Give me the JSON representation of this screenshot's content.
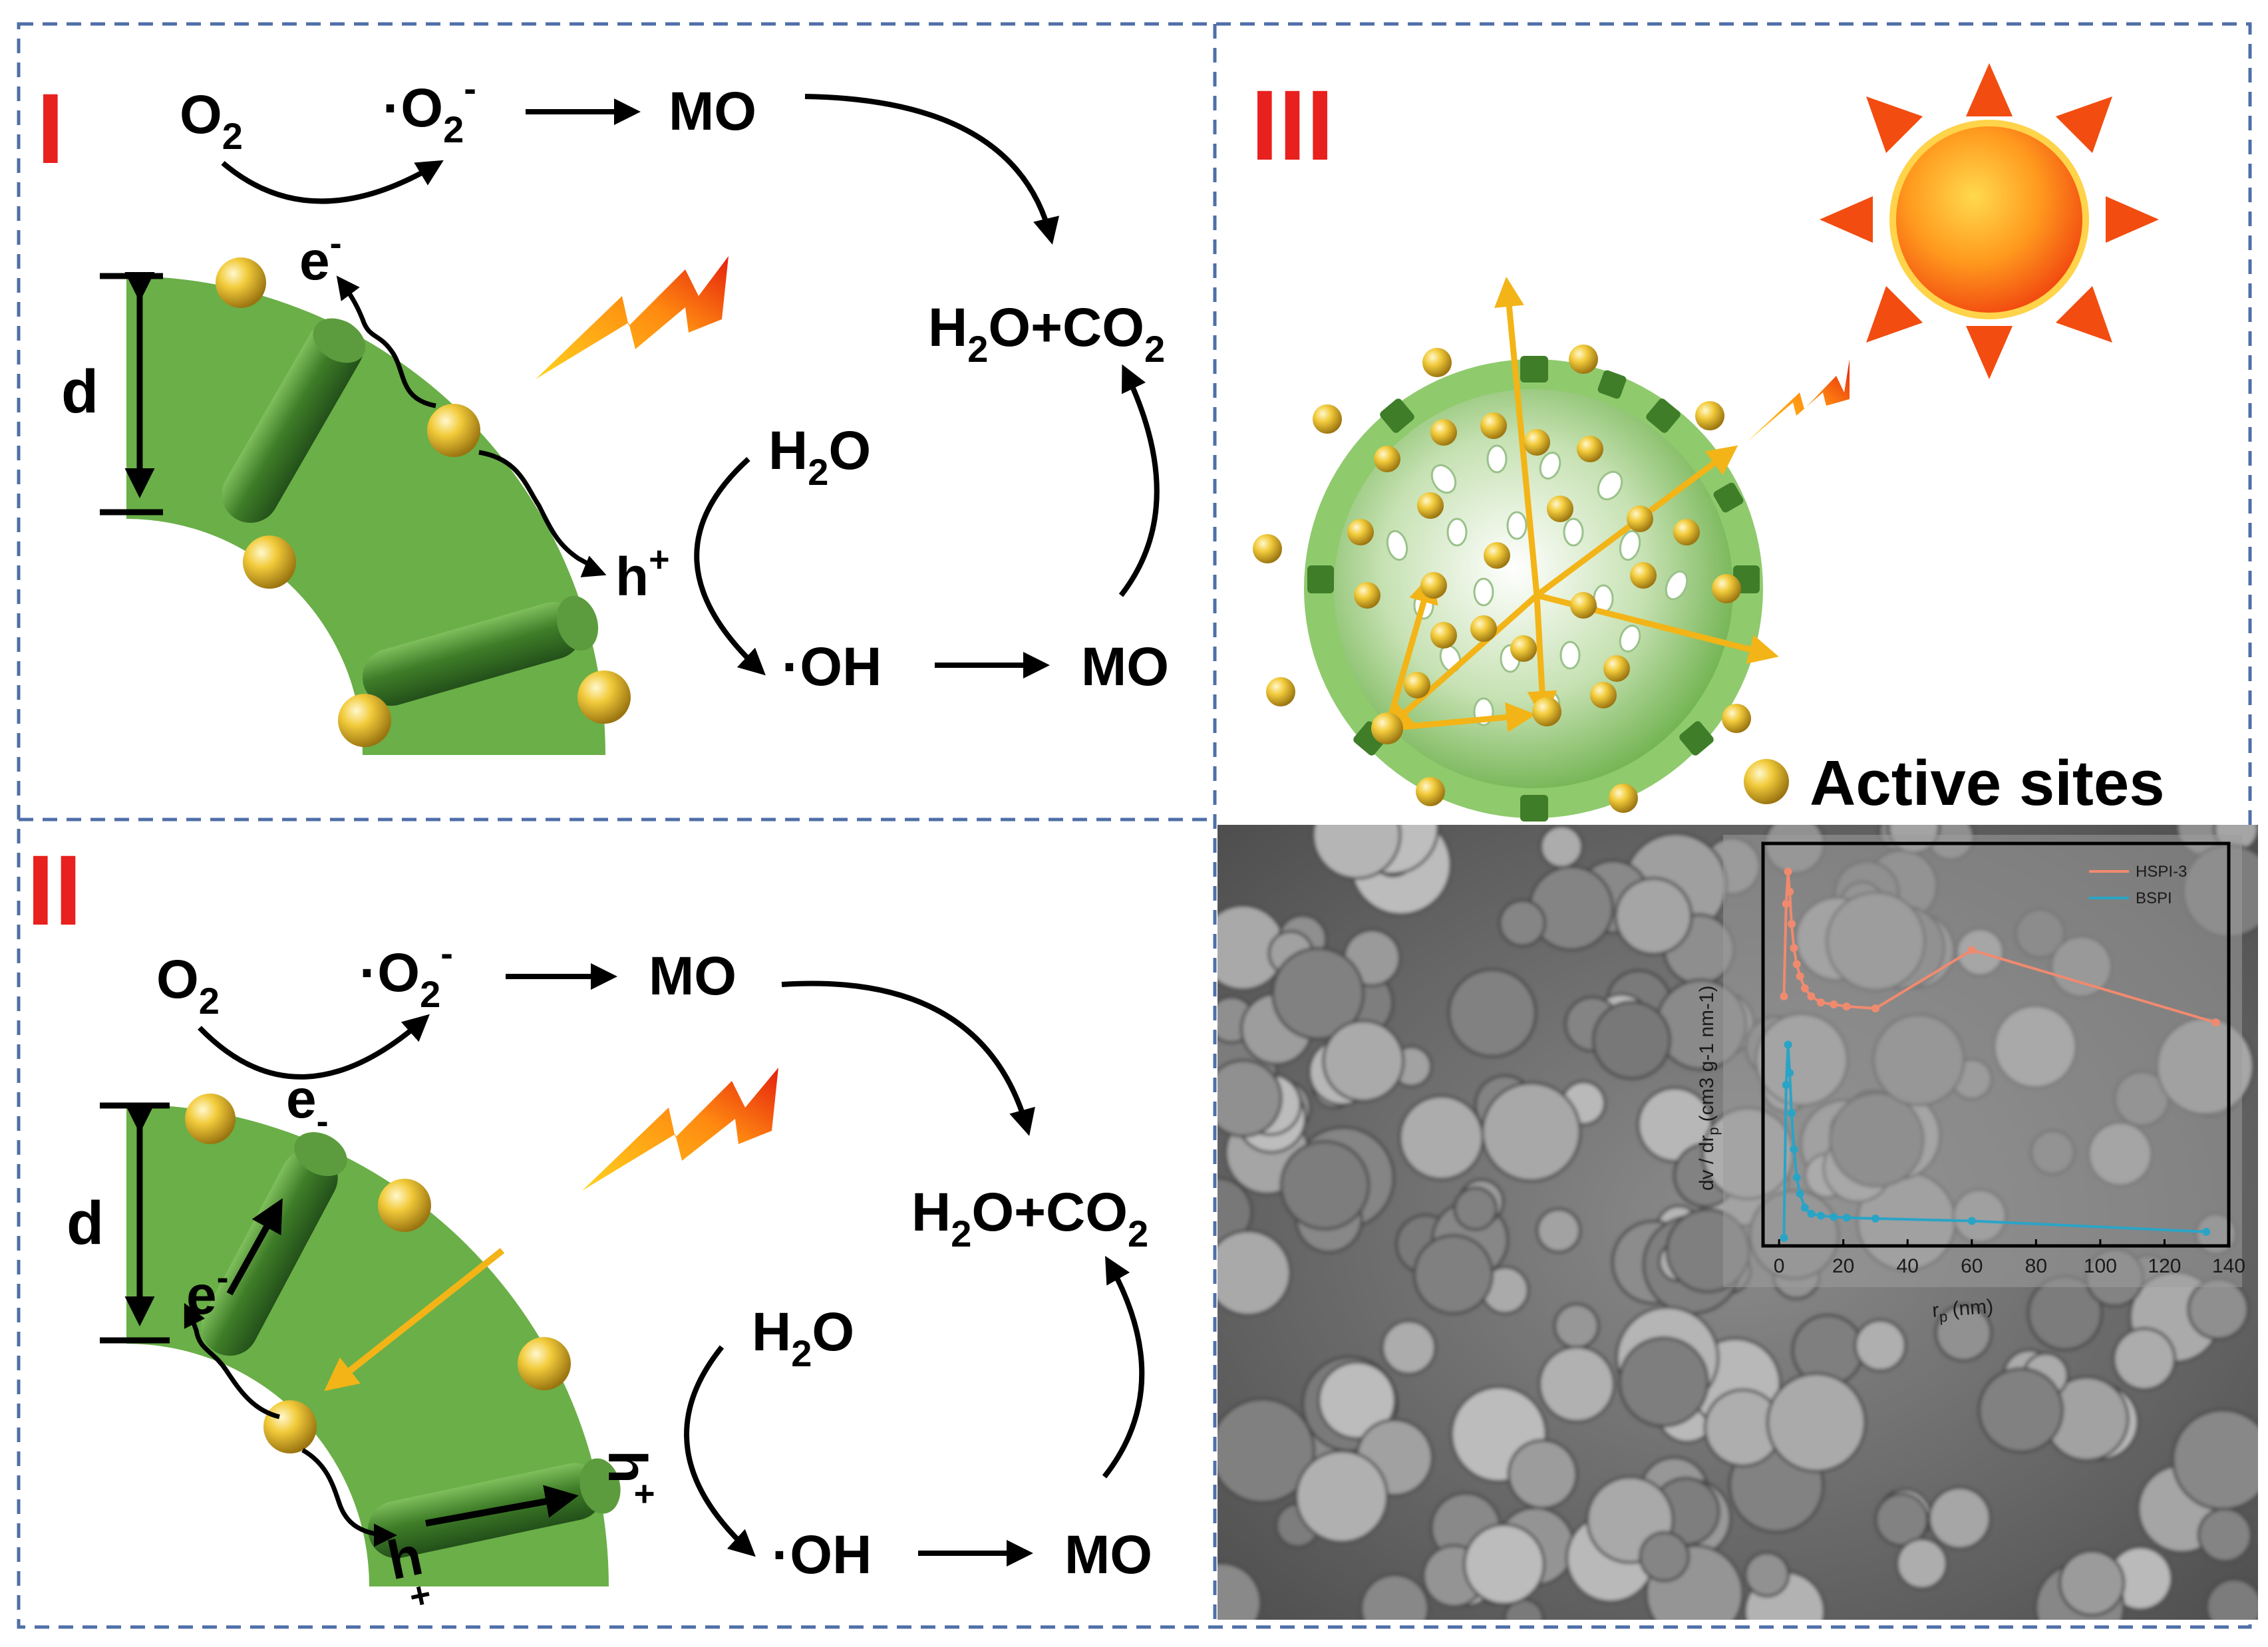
{
  "panel_labels": {
    "p1": "I",
    "p2": "II",
    "p3": "III"
  },
  "panel1": {
    "o2": "O",
    "o2_sub": "2",
    "superoxide": "·O",
    "superoxide_sub": "2",
    "superoxide_sup": "-",
    "mo_top": "MO",
    "product": "H",
    "product_sub": "2",
    "product_mid": "O+CO",
    "product_sub2": "2",
    "water": "H",
    "water_sub": "2",
    "water_tail": "O",
    "hydroxyl": "·OH",
    "mo_bottom": "MO",
    "electron": "e",
    "electron_sup": "-",
    "hole": "h",
    "hole_sup": "+",
    "thickness": "d"
  },
  "panel2": {
    "o2": "O",
    "o2_sub": "2",
    "superoxide": "·O",
    "superoxide_sub": "2",
    "superoxide_sup": "-",
    "mo_top": "MO",
    "product": "H",
    "product_sub": "2",
    "product_mid": "O+CO",
    "product_sub2": "2",
    "water": "H",
    "water_sub": "2",
    "water_tail": "O",
    "hydroxyl": "·OH",
    "mo_bottom": "MO",
    "electron_top": "e",
    "electron_top_sup": "-",
    "electron_tube": "e",
    "electron_tube_sup": "-",
    "hole_tube": "h",
    "hole_tube_sup": "+",
    "hole_edge": "h",
    "hole_edge_sup": "+",
    "thickness": "d"
  },
  "panel3": {
    "legend": "Active sites"
  },
  "colors": {
    "label_red": "#e8201e",
    "shell_green": "#6aaf48",
    "tube_green": "#3f7d28",
    "particle_gold": "#e2b41b",
    "light_ray": "#f3b417",
    "border_blue": "#4f6fa8",
    "hspi": "#f08a6f",
    "bspi": "#2aa4c6"
  },
  "chart_data": {
    "type": "line",
    "xlabel": "r",
    "xlabel_sub": "p",
    "xlabel_unit": "(nm)",
    "ylabel": "dv / dr",
    "ylabel_sub": "p",
    "ylabel_unit": "(cm3 g-1 nm-1)",
    "xlim": [
      -5,
      140
    ],
    "xticks": [
      "0",
      "20",
      "40",
      "60",
      "80",
      "100",
      "120",
      "140"
    ],
    "ylim": [
      0,
      1
    ],
    "y_ticks_labeled": false,
    "legend_position": "top-right",
    "series": [
      {
        "name": "HSPI-3",
        "color": "#f08a6f",
        "x": [
          1.5,
          2.2,
          2.8,
          3.3,
          3.9,
          4.6,
          5.5,
          6.5,
          8,
          10,
          13,
          17,
          21,
          30,
          60,
          136
        ],
        "y": [
          0.62,
          0.85,
          0.93,
          0.88,
          0.8,
          0.74,
          0.7,
          0.67,
          0.64,
          0.62,
          0.605,
          0.6,
          0.595,
          0.59,
          0.735,
          0.555
        ]
      },
      {
        "name": "BSPI",
        "color": "#2aa4c6",
        "x": [
          1.5,
          2.2,
          2.8,
          3.3,
          3.9,
          4.6,
          5.5,
          6.5,
          8,
          10,
          13,
          17,
          21,
          30,
          60,
          133
        ],
        "y": [
          0.02,
          0.4,
          0.5,
          0.43,
          0.33,
          0.24,
          0.17,
          0.13,
          0.095,
          0.08,
          0.075,
          0.072,
          0.07,
          0.068,
          0.062,
          0.035
        ]
      }
    ]
  }
}
